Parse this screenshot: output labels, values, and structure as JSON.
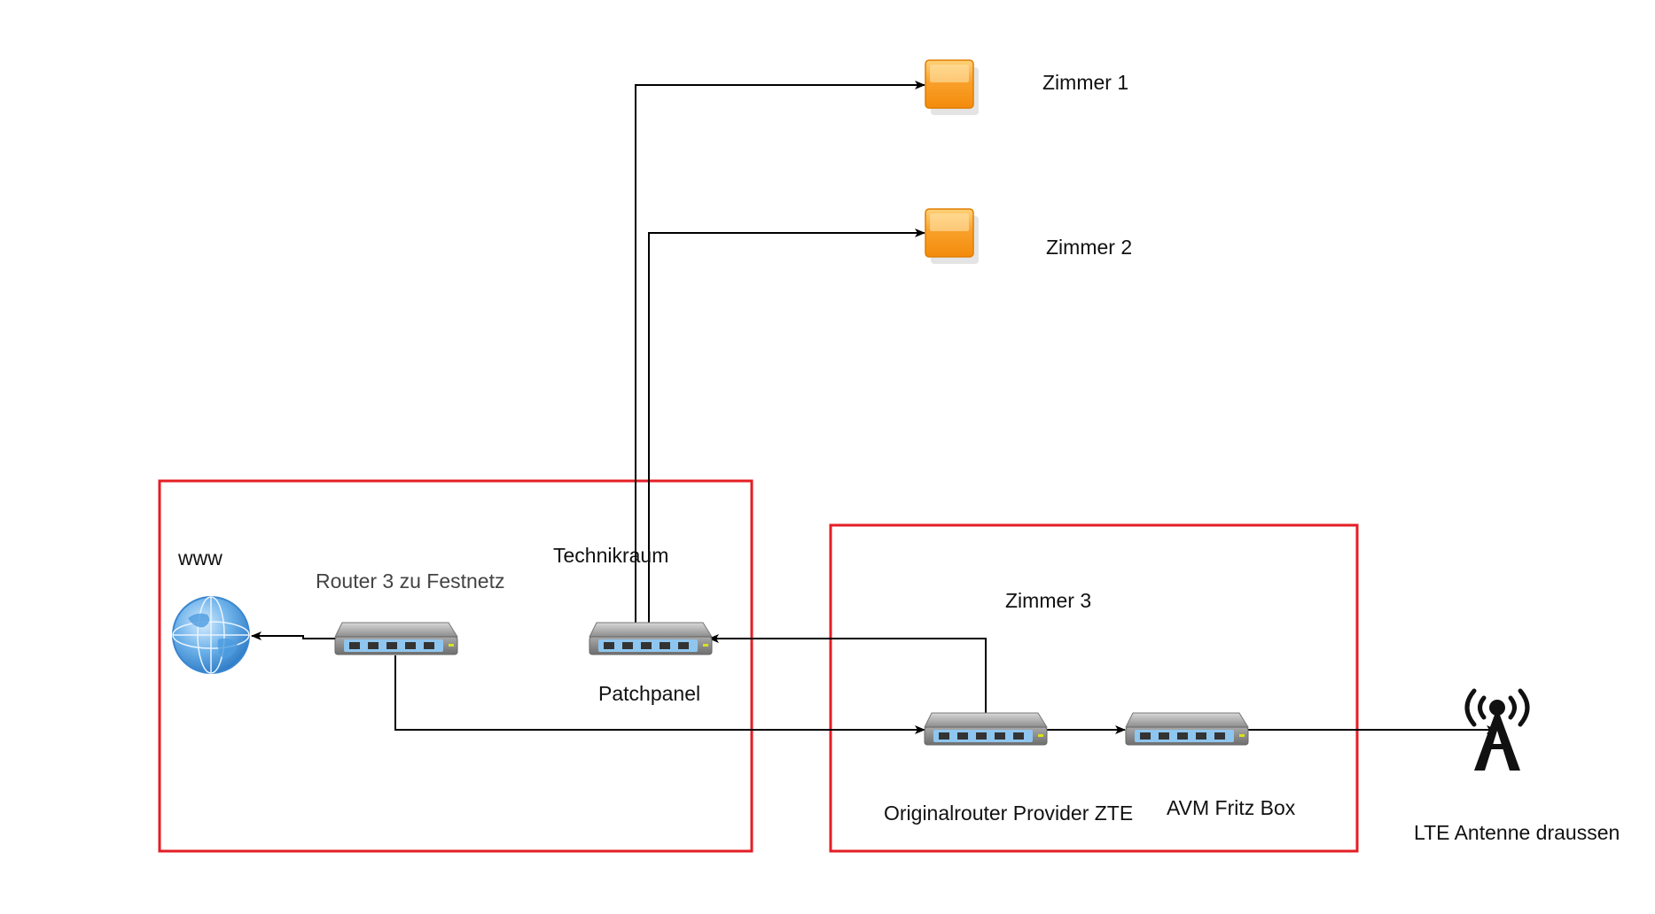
{
  "labels": {
    "zimmer1": "Zimmer 1",
    "zimmer2": "Zimmer 2",
    "www": "www",
    "router3": "Router 3 zu Festnetz",
    "technikraum": "Technikraum",
    "patchpanel": "Patchpanel",
    "zimmer3": "Zimmer 3",
    "zte": "Originalrouter Provider ZTE",
    "fritzbox": "AVM Fritz Box",
    "lte": "LTE Antenne draussen"
  },
  "colors": {
    "group_border": "#e31e24",
    "room_fill": "#f7941d",
    "line": "#000000"
  },
  "icons": {
    "globe": "globe-icon",
    "switch": "network-switch-icon",
    "room": "room-square-icon",
    "antenna": "radio-tower-icon"
  }
}
